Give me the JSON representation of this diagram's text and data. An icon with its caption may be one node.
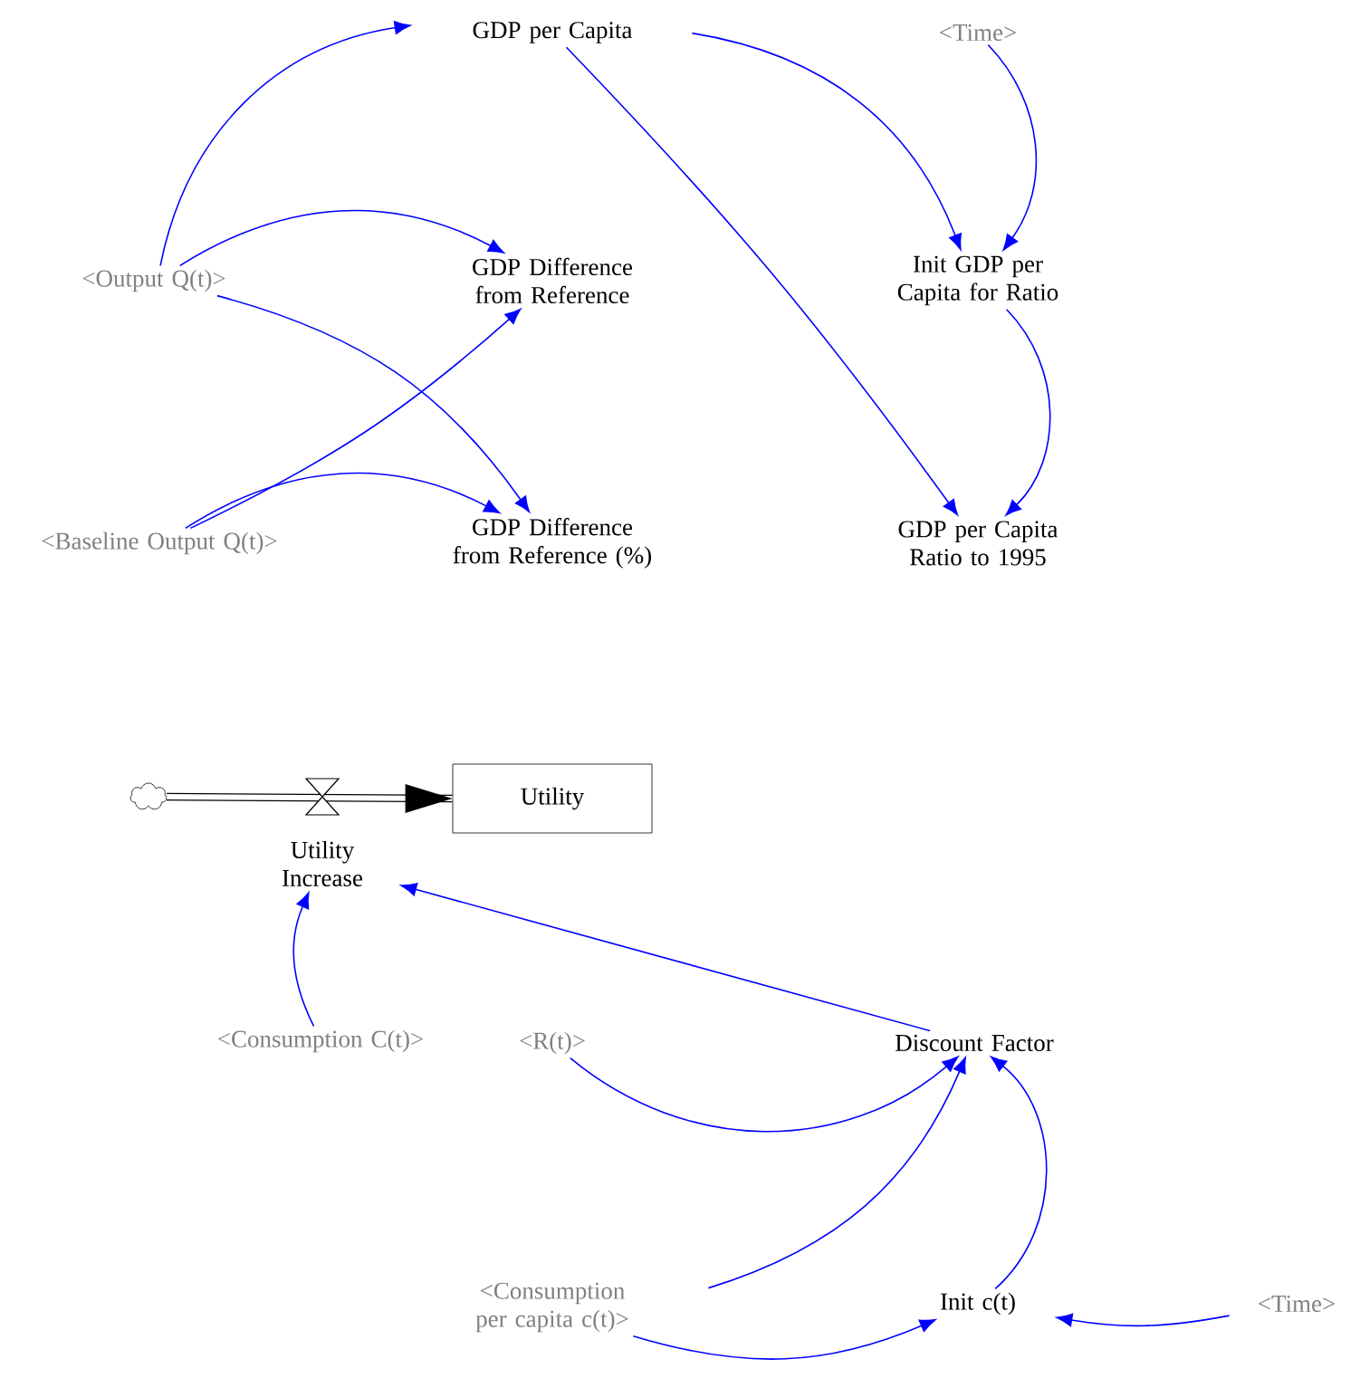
{
  "diagram": {
    "nodes": [
      {
        "text": [
          "GDP per Capita"
        ]
      },
      {
        "text": [
          "<Time>"
        ]
      },
      {
        "text": [
          "<Output Q(t)>"
        ]
      },
      {
        "text": [
          "GDP Difference from Reference"
        ]
      },
      {
        "text": [
          "Init GDP per Capita for Ratio"
        ]
      },
      {
        "text": [
          "<Baseline Output Q(t)>"
        ]
      },
      {
        "text": [
          "GDP Difference from Reference (%)"
        ]
      },
      {
        "text": [
          "GDP per Capita Ratio to 1995"
        ]
      },
      {
        "text": [],
        "shape": "cloud"
      },
      {
        "text": [
          "Utility"
        ]
      },
      {
        "text": [
          "Utility Increase"
        ]
      },
      {
        "text": [
          "<Consumption C(t)>"
        ]
      },
      {
        "text": [
          "<R(t)>"
        ]
      },
      {
        "text": [
          "Discount Factor"
        ]
      },
      {
        "text": [
          "<Consumption per capita c(t)>"
        ]
      },
      {
        "text": [
          "Init c(t)"
        ]
      },
      {
        "text": [
          "<Time>"
        ]
      }
    ],
    "edges": [
      {
        "from": 2,
        "to": 0,
        "arrow": "to"
      },
      {
        "from": 0,
        "to": 4,
        "arrow": "to"
      },
      {
        "from": 1,
        "to": 4,
        "arrow": "to"
      },
      {
        "from": 2,
        "to": 3,
        "arrow": "to"
      },
      {
        "from": 2,
        "to": 6,
        "arrow": "to"
      },
      {
        "from": 5,
        "to": 3,
        "arrow": "to"
      },
      {
        "from": 5,
        "to": 6,
        "arrow": "to"
      },
      {
        "from": 0,
        "to": 7,
        "arrow": "to"
      },
      {
        "from": 4,
        "to": 7,
        "arrow": "to"
      },
      {
        "from": 8,
        "to": 9,
        "arrow": "to",
        "style": "thick",
        "color": "#000000"
      },
      {
        "from": 11,
        "to": 10,
        "arrow": "to"
      },
      {
        "from": 13,
        "to": 10,
        "arrow": "to"
      },
      {
        "from": 12,
        "to": 13,
        "arrow": "to"
      },
      {
        "from": 14,
        "to": 13,
        "arrow": "to"
      },
      {
        "from": 15,
        "to": 13,
        "arrow": "to"
      },
      {
        "from": 14,
        "to": 15,
        "arrow": "to"
      },
      {
        "from": 16,
        "to": 15,
        "arrow": "to"
      }
    ]
  }
}
